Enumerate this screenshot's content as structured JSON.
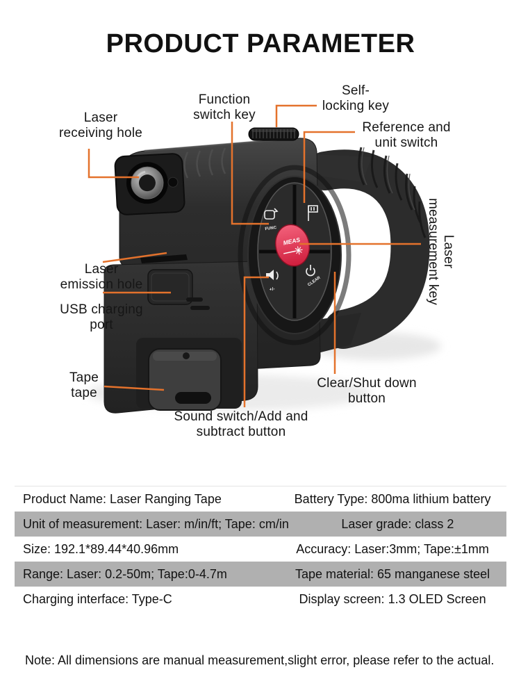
{
  "page": {
    "title": "PRODUCT PARAMETER",
    "note": "Note: All dimensions are manual measurement,slight error, please refer to the actual."
  },
  "device": {
    "description": "black laser ranging tape measure photo",
    "meas_button_label": "MEAS",
    "func_button_label": "FUNC",
    "clear_button_label": "CLEAR",
    "volume_button_label": "+/-"
  },
  "callouts": {
    "laser_receiving": {
      "line1": "Laser",
      "line2": "receiving hole"
    },
    "function_switch": {
      "line1": "Function",
      "line2": "switch key"
    },
    "self_locking": {
      "line1": "Self-",
      "line2": "locking key"
    },
    "reference_unit": {
      "line1": "Reference and",
      "line2": "unit switch"
    },
    "laser_measurement": {
      "line1": "Laser",
      "line2": "measurement key"
    },
    "laser_emission": {
      "line1": "Laser",
      "line2": "emission hole"
    },
    "usb_charging": {
      "line1": "USB charging",
      "line2": "port"
    },
    "tape": {
      "line1": "Tape",
      "line2": "tape"
    },
    "clear_shutdown": {
      "line1": "Clear/Shut down",
      "line2": "button"
    },
    "sound_switch": {
      "line1": "Sound switch/Add and",
      "line2": "subtract button"
    }
  },
  "spec_table": {
    "rows": [
      {
        "left": "Product Name: Laser Ranging Tape",
        "right": "Battery Type: 800ma lithium battery"
      },
      {
        "left": "Unit of measurement: Laser: m/in/ft; Tape: cm/in",
        "right": "Laser grade: class 2"
      },
      {
        "left": "Size: 192.1*89.44*40.96mm",
        "right": "Accuracy: Laser:3mm; Tape:±1mm"
      },
      {
        "left": "Range: Laser: 0.2-50m; Tape:0-4.7m",
        "right": "Tape material: 65 manganese steel"
      },
      {
        "left": "Charging interface: Type-C",
        "right": "Display screen: 1.3 OLED Screen"
      }
    ]
  },
  "colors": {
    "accent_orange": "#e4722c",
    "meas_red": "#dd2743",
    "shaded_row_gray": "#b0b0b0",
    "body_dark": "#2b2b2b"
  }
}
